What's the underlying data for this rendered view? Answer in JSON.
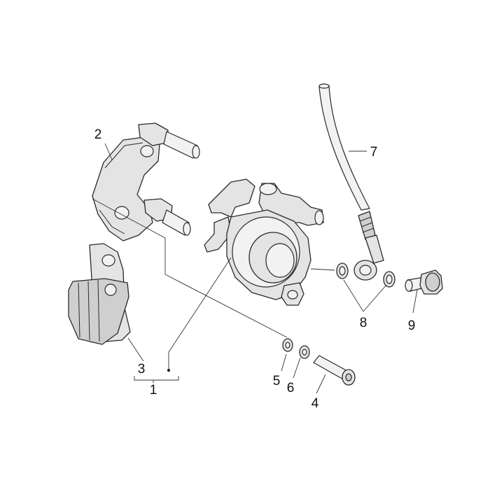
{
  "callouts": {
    "c1": "1",
    "c2": "2",
    "c3": "3",
    "c4": "4",
    "c5": "5",
    "c6": "6",
    "c7": "7",
    "c8": "8",
    "c9": "9"
  },
  "colors": {
    "line": "#2a2a2a",
    "fill": "#e4e4e4",
    "background": "#ffffff"
  }
}
